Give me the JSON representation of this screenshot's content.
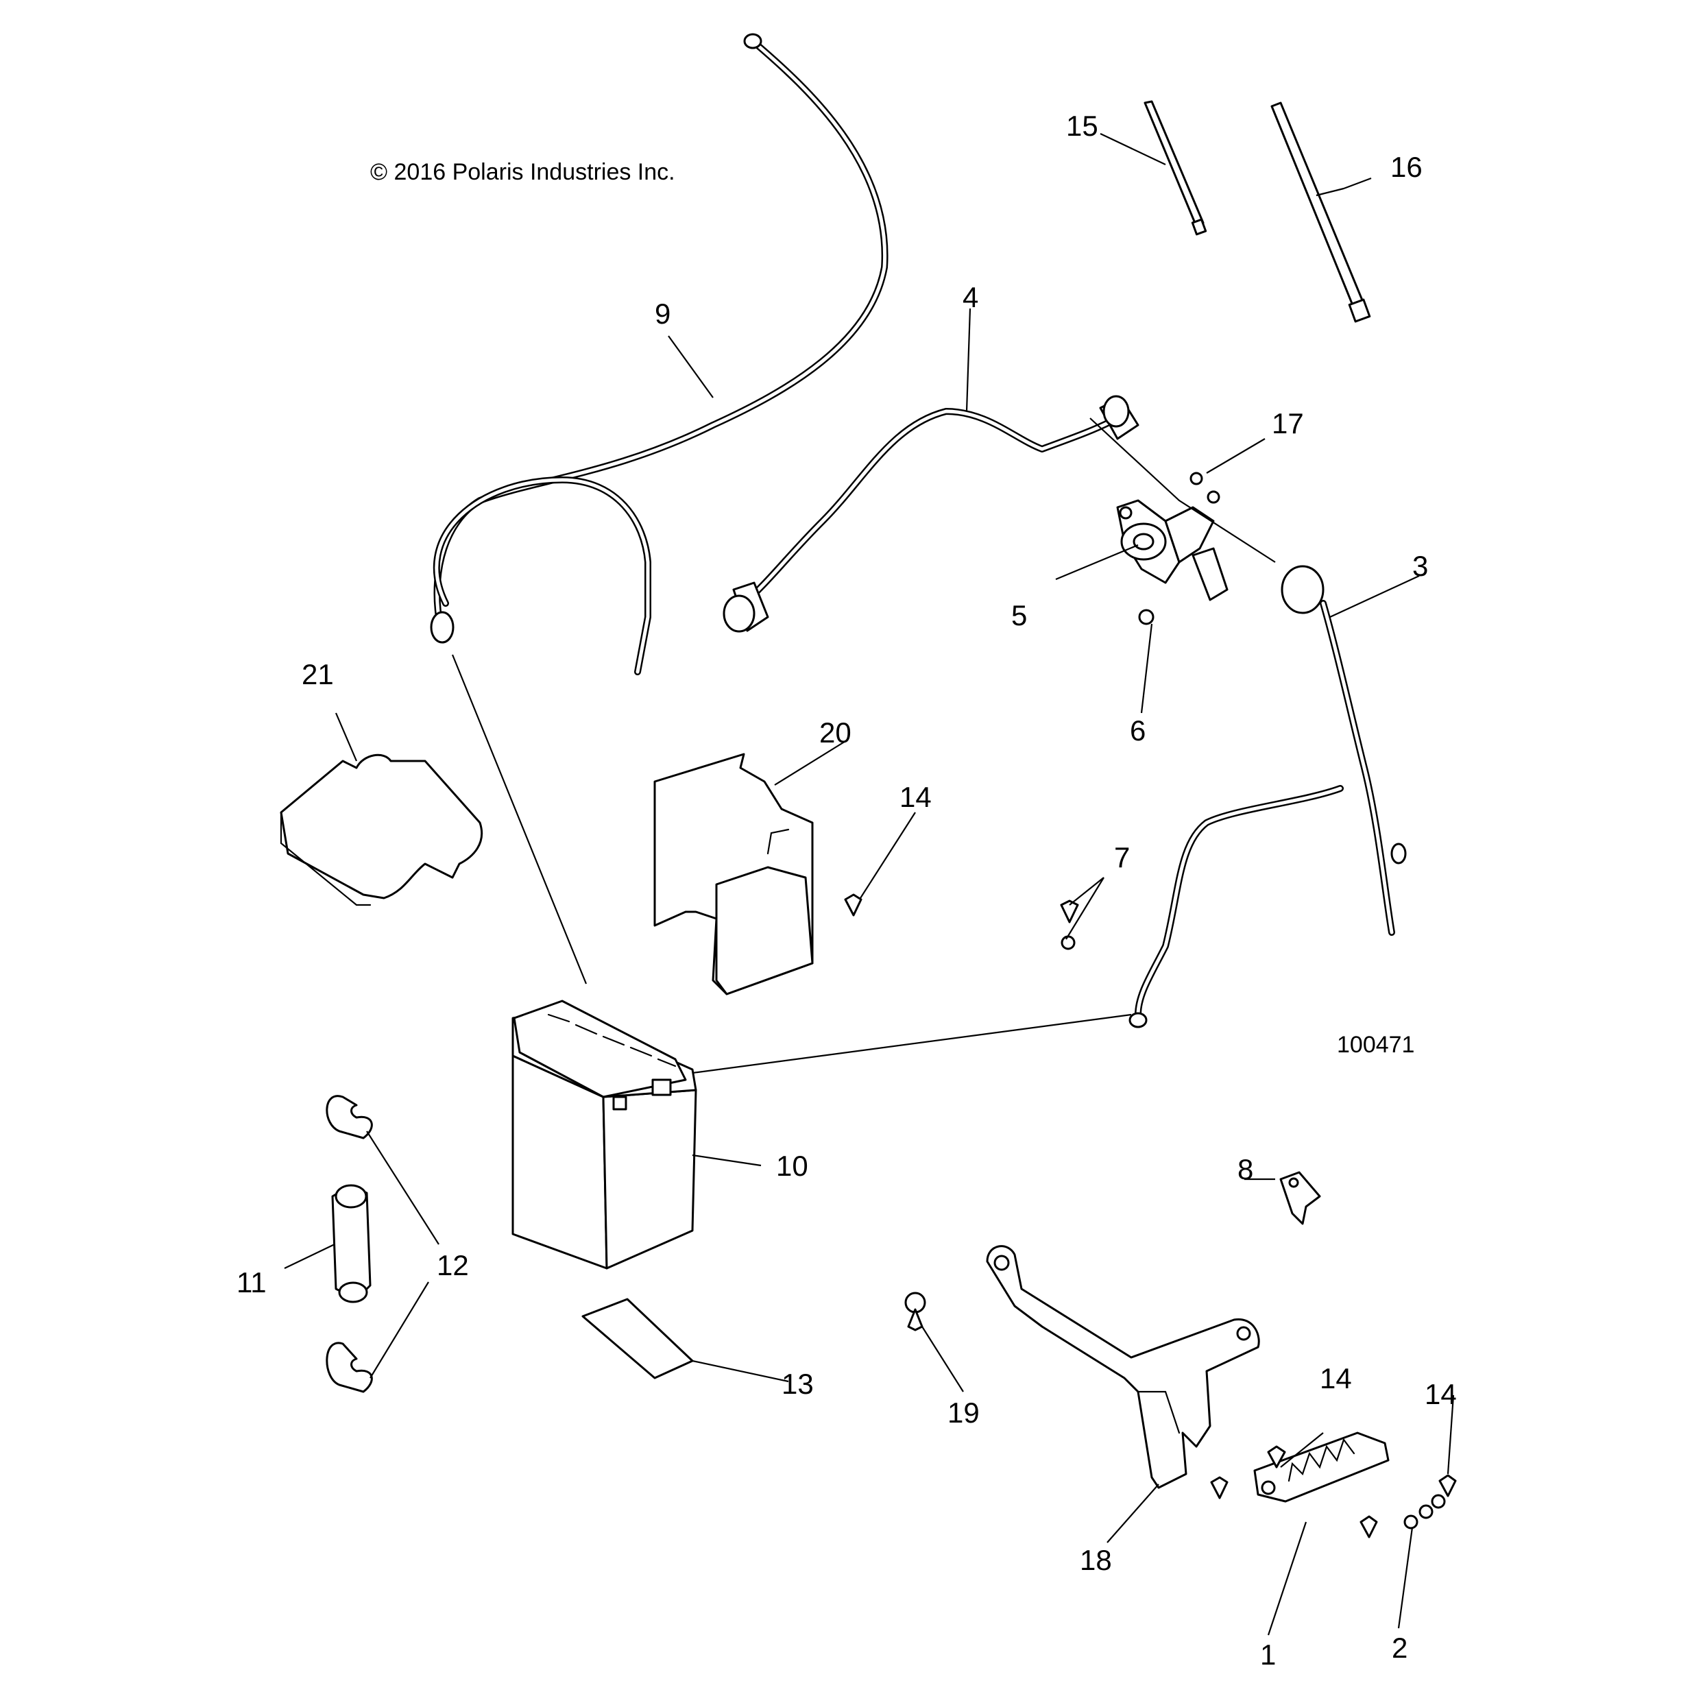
{
  "copyright": "© 2016 Polaris Industries Inc.",
  "figure_number": "100471",
  "callouts": [
    "1",
    "2",
    "3",
    "4",
    "5",
    "6",
    "7",
    "8",
    "9",
    "10",
    "11",
    "12",
    "12",
    "13",
    "14",
    "14",
    "14",
    "14",
    "15",
    "16",
    "17",
    "18",
    "19",
    "20",
    "21"
  ]
}
